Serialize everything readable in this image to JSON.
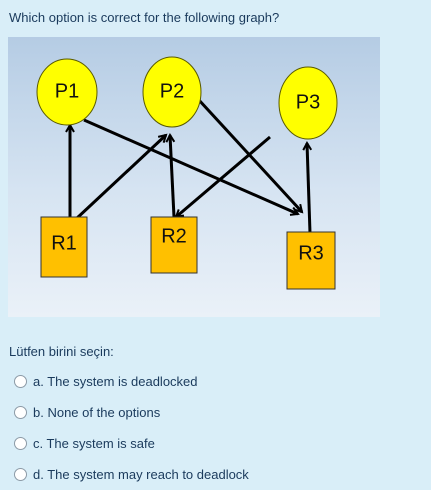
{
  "question": {
    "text": "Which option is correct for the following graph?"
  },
  "graph": {
    "processes": [
      "P1",
      "P2",
      "P3"
    ],
    "resources": [
      "R1",
      "R2",
      "R3"
    ],
    "colors": {
      "process_fill": "#ffff00",
      "resource_fill": "#ffc000",
      "edge": "#000000",
      "background_top": "#b8cfe6",
      "background_bottom": "#e8f0f8"
    }
  },
  "answer": {
    "prompt": "Lütfen birini seçin:",
    "options": [
      {
        "label": "a. The system is deadlocked"
      },
      {
        "label": "b. None of the options"
      },
      {
        "label": "c. The system is safe"
      },
      {
        "label": "d. The system may reach to deadlock"
      }
    ]
  }
}
